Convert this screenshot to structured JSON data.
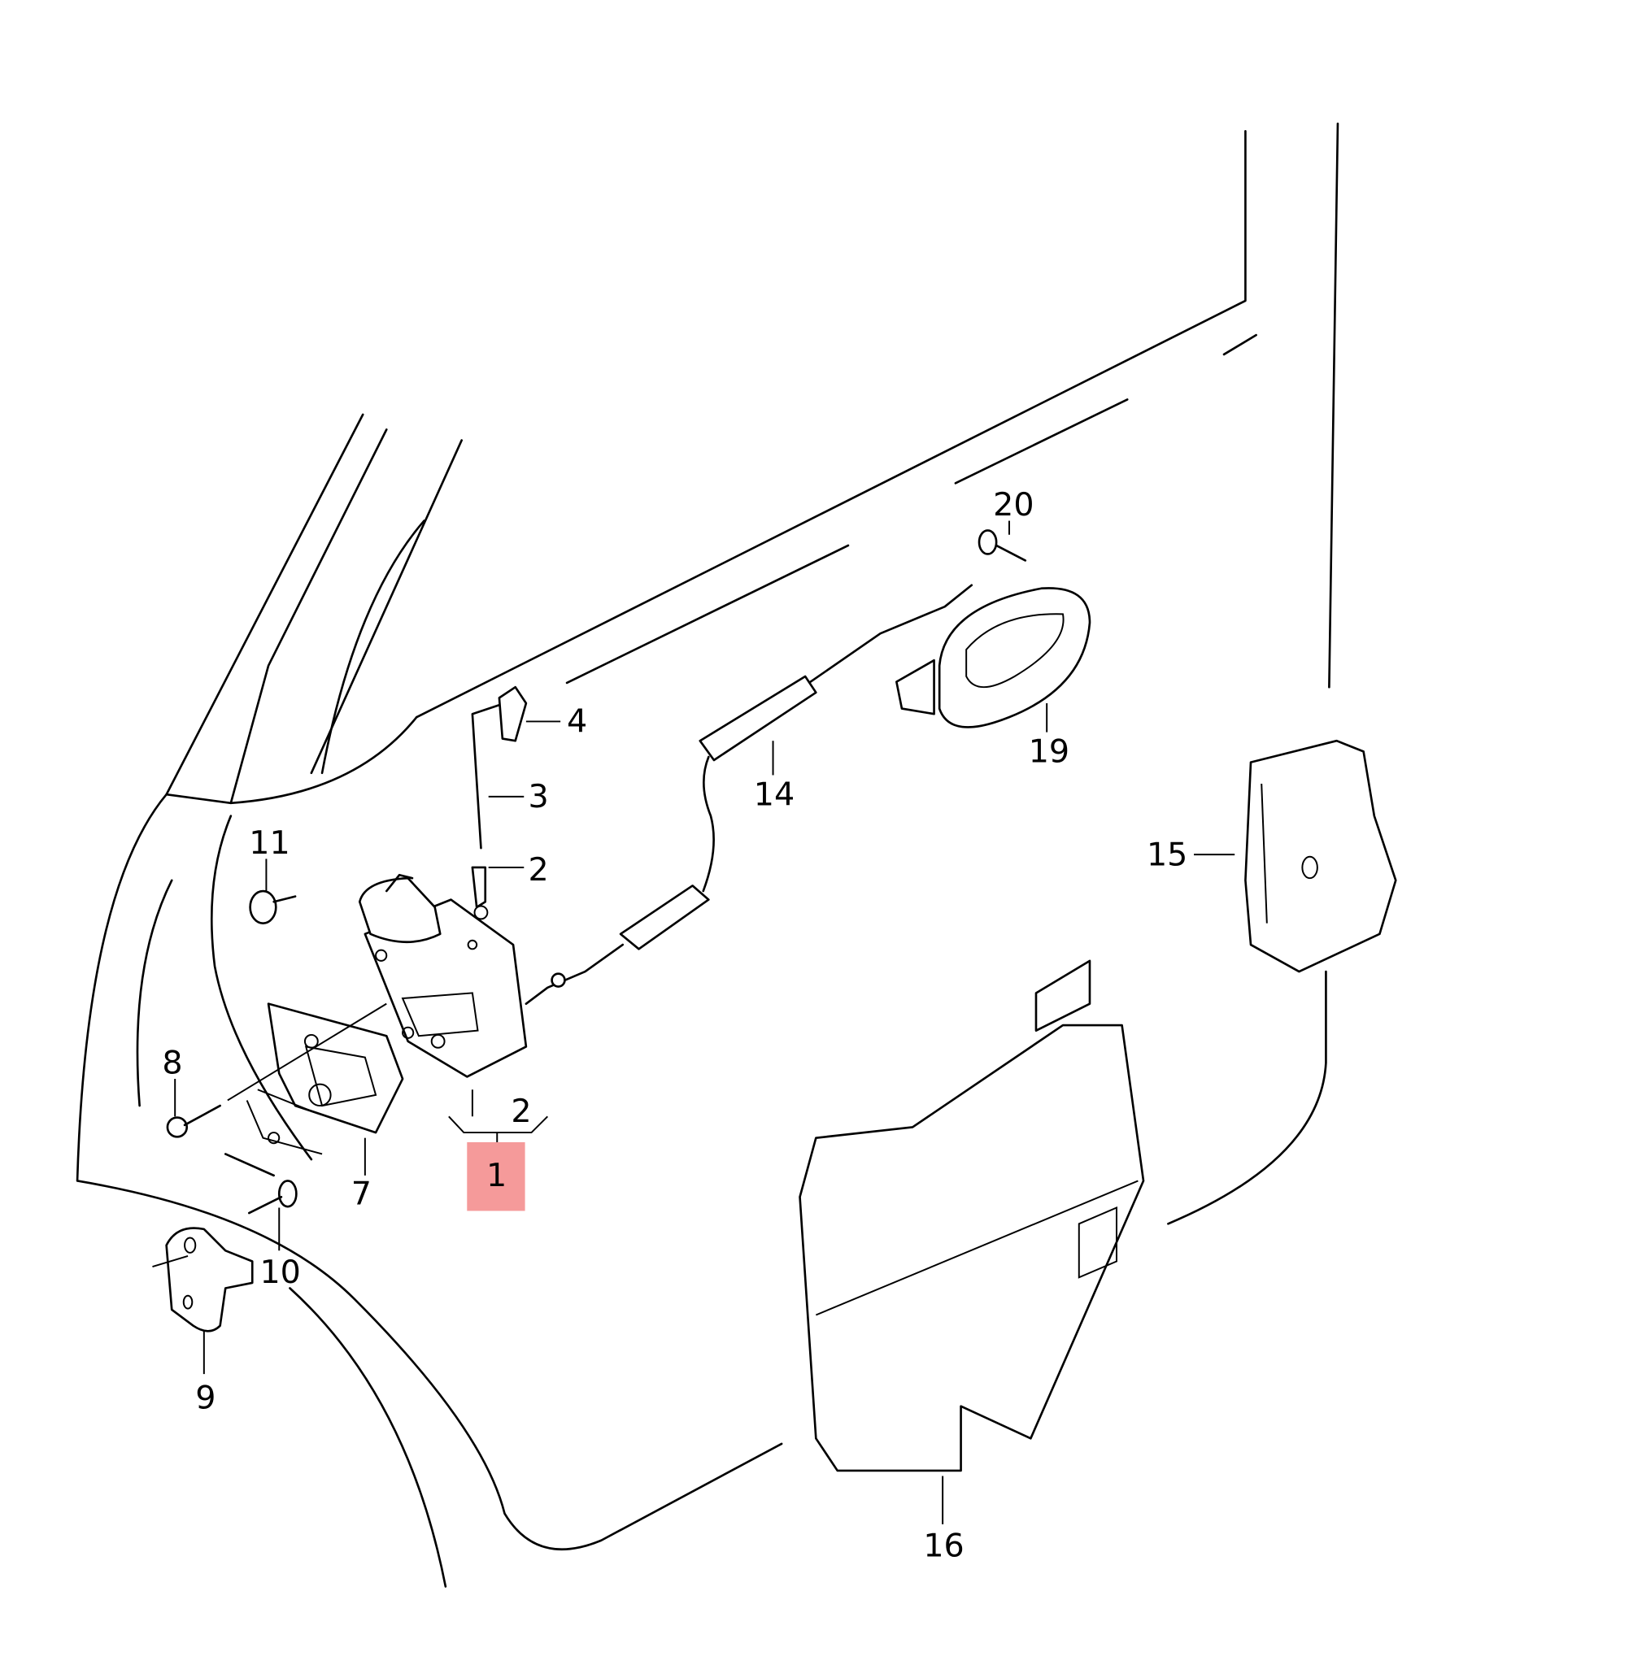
{
  "diagram": {
    "highlight_color": "#f59a9a",
    "callouts": [
      {
        "id": "1",
        "text": "1",
        "highlighted": true
      },
      {
        "id": "2a",
        "text": "2"
      },
      {
        "id": "2b",
        "text": "2"
      },
      {
        "id": "3",
        "text": "3"
      },
      {
        "id": "4",
        "text": "4"
      },
      {
        "id": "7",
        "text": "7"
      },
      {
        "id": "8",
        "text": "8"
      },
      {
        "id": "9",
        "text": "9"
      },
      {
        "id": "10",
        "text": "10"
      },
      {
        "id": "11",
        "text": "11"
      },
      {
        "id": "14",
        "text": "14"
      },
      {
        "id": "15",
        "text": "15"
      },
      {
        "id": "16",
        "text": "16"
      },
      {
        "id": "19",
        "text": "19"
      },
      {
        "id": "20",
        "text": "20"
      }
    ]
  }
}
